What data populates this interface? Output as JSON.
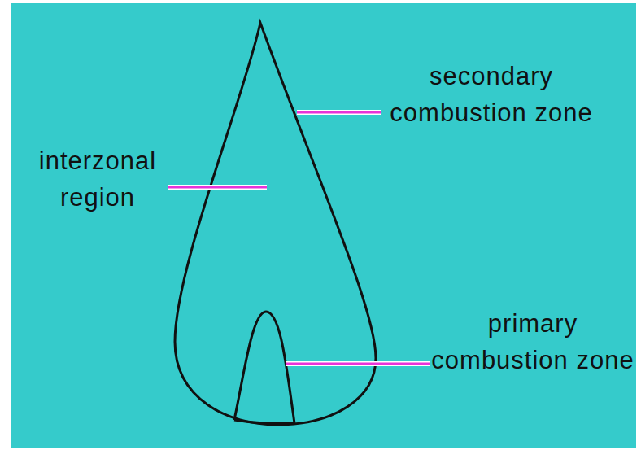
{
  "diagram": {
    "labels": [
      "secondary combustion zone",
      "interzonal region",
      "primary combustion zone"
    ]
  }
}
